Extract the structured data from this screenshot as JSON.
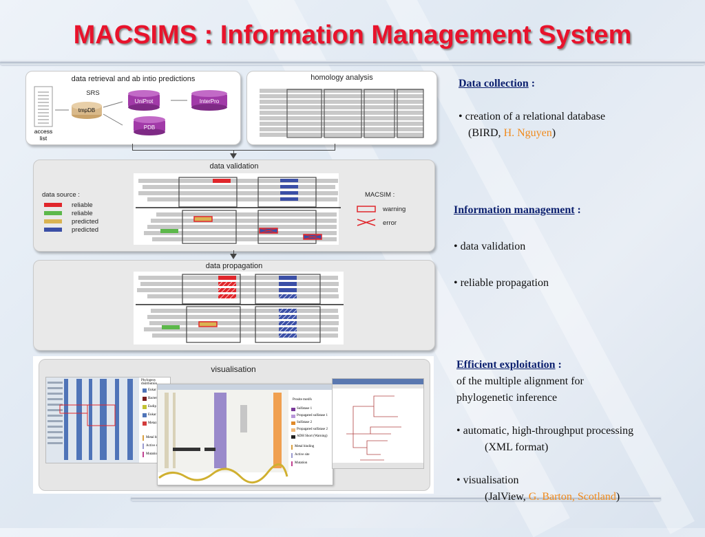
{
  "slide": {
    "title": "MACSIMS : Information Management System"
  },
  "diagram": {
    "retrieval": {
      "title": "data retrieval and ab intio predictions",
      "srs": "SRS",
      "tmpdb": "tmpDB",
      "uniprot": "UniProt",
      "interpro": "InterPro",
      "pdb": "PDB",
      "access_list": "access list"
    },
    "homology": {
      "title": "homology analysis"
    },
    "validation": {
      "title": "data validation",
      "data_source": "data source :",
      "legend": [
        "reliable",
        "reliable",
        "predicted",
        "predicted"
      ],
      "macsim": "MACSIM :",
      "warning": "warning",
      "error": "error"
    },
    "propagation": {
      "title": "data propagation"
    },
    "visualisation": {
      "title": "visualisation",
      "phylogeny_title": "Phylogeny distribution",
      "phylo_labels": [
        "Eukar",
        "Bacter",
        "Eudip",
        "Eukar",
        "Metaz"
      ],
      "motif_labels": [
        "Metal bind",
        "Active site",
        "Mutation"
      ],
      "prosite_title": "Prosite motifs",
      "prosite_labels": [
        "Sulfatase 1",
        "Propagated sulfatase 1",
        "Sulfatase 2",
        "Propagated sulfatase 2",
        "ADH Short (Warning)"
      ],
      "feature_labels": [
        "Metal binding",
        "Active site",
        "Mutation"
      ]
    },
    "colors": {
      "reliable_red": "#e0262b",
      "reliable_green": "#5cb84a",
      "predicted_yellow": "#d9b352",
      "predicted_blue": "#3b4fa6",
      "db_purple": "#a13aa8",
      "seq_gray": "#c8c8c8"
    }
  },
  "text": {
    "data_collection": {
      "heading": "Data collection",
      "colon": ":",
      "line1": "• creation of a relational database",
      "line2_pre": "(BIRD, ",
      "line2_name": "H. Nguyen",
      "line2_post": ")"
    },
    "information_management": {
      "heading": "Information management",
      "colon": ":",
      "bullet1": "• data validation",
      "bullet2": "• reliable propagation"
    },
    "efficient_exploitation": {
      "heading": "Efficient exploitation",
      "colon": ":",
      "line1": "of the multiple alignment for",
      "line2": "phylogenetic inference",
      "bullet1": "• automatic, high-throughput processing",
      "bullet1_sub": "(XML format)",
      "bullet2": "• visualisation",
      "bullet2_sub_pre": "(JalView, ",
      "bullet2_sub_name": "G. Barton, Scotland",
      "bullet2_sub_post": ")"
    }
  }
}
